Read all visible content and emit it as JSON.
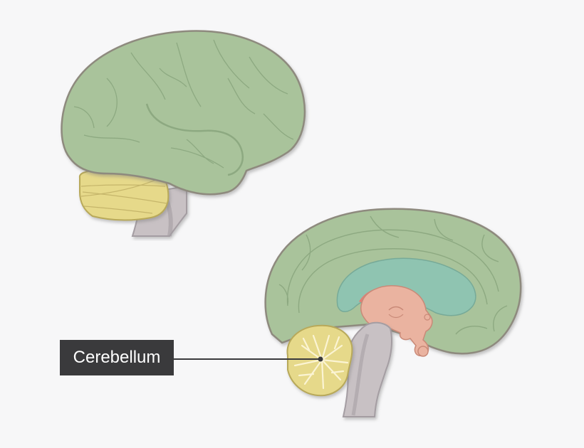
{
  "label": {
    "text": "Cerebellum"
  },
  "colors": {
    "background": "#f7f7f8",
    "cerebrum": "#a9c39b",
    "cerebrum_outline": "#8e8a7e",
    "sulcus": "#8da981",
    "cerebellum": "#e6d98a",
    "cerebellum_outline": "#b8a95a",
    "brainstem": "#c8c1c4",
    "brainstem_shadow": "#a49da2",
    "ventricle": "#8fc4b1",
    "thalamus": "#eab3a0",
    "corpus_highlight": "#e07f75",
    "label_bg": "#3a3a3c",
    "label_text": "#ffffff",
    "leader_line": "#3a3a3c"
  },
  "views": [
    "lateral",
    "midsagittal"
  ]
}
